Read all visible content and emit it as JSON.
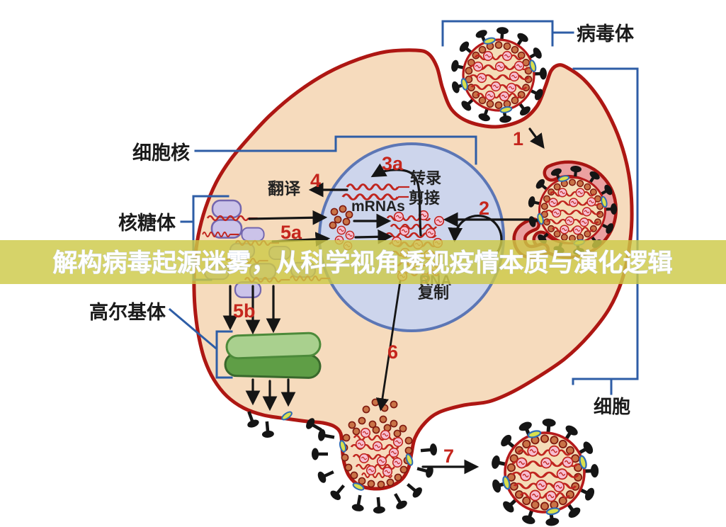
{
  "banner": {
    "title": "解构病毒起源迷雾，从科学视角透视疫情本质与演化逻辑"
  },
  "labels": {
    "virion": "病毒体",
    "nucleus": "细胞核",
    "ribosome": "核糖体",
    "golgi": "高尔基体",
    "cell": "细胞"
  },
  "steps": {
    "s1": "1",
    "s2": "2",
    "s3a": "3a",
    "s4": "4",
    "s5a": "5a",
    "s5b": "5b",
    "s6": "6",
    "s7": "7"
  },
  "annotations": {
    "translation": "翻译",
    "transcription": "转录",
    "splicing": "剪接",
    "mrnas": "mRNAs",
    "rna": "RNA",
    "replication": "复制"
  },
  "colors": {
    "cell_fill": "#f6dbbd",
    "membrane_red": "#ae1713",
    "nucleus_fill": "#cdd5ec",
    "nucleus_stroke": "#5c76b5",
    "banner_olive": "#cdc948",
    "step_red": "#c5261d",
    "bracket_blue": "#2e5da6",
    "golgi_light": "#a9d08e",
    "golgi_dark": "#5f9e46",
    "ribosome_lavender": "#cbc3e9",
    "spike_black": "#151515",
    "capsid_dot_orange": "#c97347",
    "rna_red": "#c0251f",
    "n_protein_pink": "#f7bed2",
    "e_protein_yellow": "#d9e04d",
    "endosome_pink": "#eba1a1"
  }
}
